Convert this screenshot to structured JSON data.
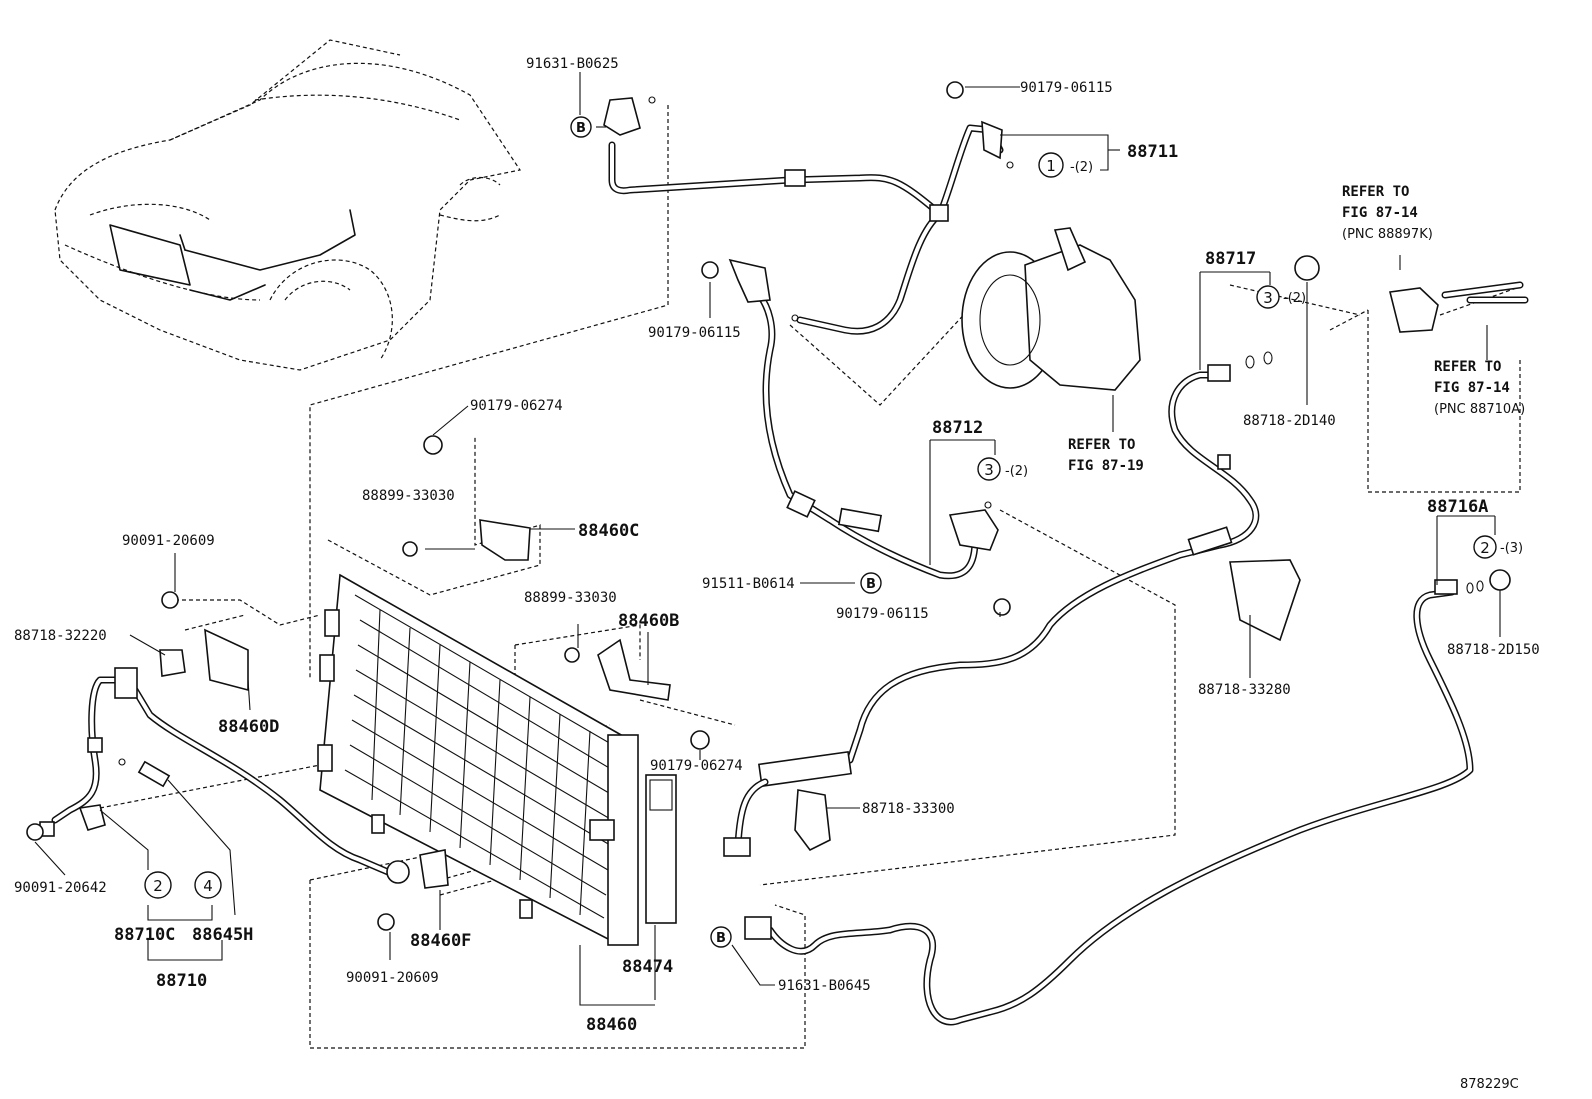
{
  "diagram_id": "878229C",
  "callout_letter": "B",
  "parts": {
    "p91631_b0625": "91631-B0625",
    "p90179_06115_top": "90179-06115",
    "p88711": "88711",
    "p88711_qty": "-(2)",
    "p90179_06115_mid": "90179-06115",
    "p90179_06274_a": "90179-06274",
    "p88899_33030_a": "88899-33030",
    "p88460C": "88460C",
    "p90091_20609_a": "90091-20609",
    "p88718_32220": "88718-32220",
    "p88899_33030_b": "88899-33030",
    "p88460B": "88460B",
    "p88460D": "88460D",
    "p90179_06274_b": "90179-06274",
    "p88712": "88712",
    "p88712_qty": "-(2)",
    "p91511_b0614": "91511-B0614",
    "p90179_06115_low": "90179-06115",
    "p88717": "88717",
    "p88717_qty": "-(2)",
    "p88718_2D140": "88718-2D140",
    "p88716A": "88716A",
    "p88716A_qty": "-(3)",
    "p88718_2D150": "88718-2D150",
    "p88718_33280": "88718-33280",
    "p88718_33300": "88718-33300",
    "p90091_20642": "90091-20642",
    "p88710C": "88710C",
    "p88645H": "88645H",
    "p88710": "88710",
    "p90091_20609_b": "90091-20609",
    "p88460F": "88460F",
    "p88474": "88474",
    "p88460": "88460",
    "p91631_b0645": "91631-B0645"
  },
  "circled_numbers": {
    "c1": "1",
    "c3a": "3",
    "c3b": "3",
    "c2a": "2",
    "c2b": "2",
    "c4": "4"
  },
  "refs": {
    "r_87_19_a": "REFER TO",
    "r_87_19_b": "FIG 87-19",
    "r_87_14_top_a": "REFER TO",
    "r_87_14_top_b": "FIG 87-14",
    "r_87_14_top_c": "(PNC 88897K)",
    "r_87_14_bot_a": "REFER TO",
    "r_87_14_bot_b": "FIG 87-14",
    "r_87_14_bot_c": "(PNC 88710A)"
  }
}
